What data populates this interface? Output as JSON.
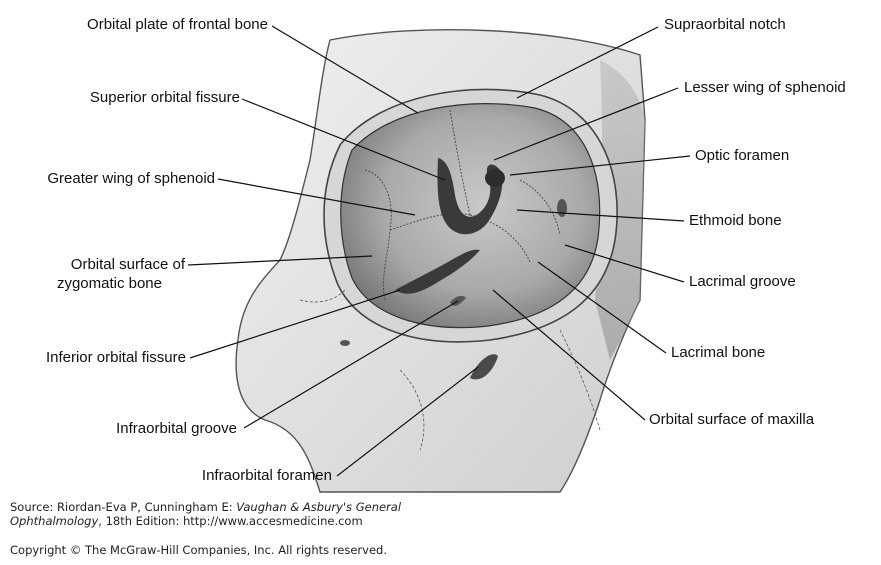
{
  "labels": {
    "orbital_plate": "Orbital plate of frontal bone",
    "superior_orbital_fissure": "Superior orbital fissure",
    "greater_wing": "Greater wing of sphenoid",
    "orbital_surface_zygomatic_1": "Orbital surface of",
    "orbital_surface_zygomatic_2": "zygomatic bone",
    "inferior_orbital_fissure": "Inferior orbital fissure",
    "infraorbital_groove": "Infraorbital groove",
    "infraorbital_foramen": "Infraorbital foramen",
    "supraorbital_notch": "Supraorbital notch",
    "lesser_wing": "Lesser wing of sphenoid",
    "optic_foramen": "Optic foramen",
    "ethmoid_bone": "Ethmoid bone",
    "lacrimal_groove": "Lacrimal groove",
    "lacrimal_bone": "Lacrimal bone",
    "orbital_surface_maxilla": "Orbital surface of maxilla"
  },
  "credit": {
    "source_prefix": "Source: Riordan-Eva P, Cunningham E: ",
    "source_title": "Vaughan & Asbury's General",
    "source_title_2": "Ophthalmology",
    "source_suffix": ", 18th Edition: http://www.accesmedicine.com",
    "copyright": "Copyright © The McGraw-Hill Companies, Inc. All rights reserved."
  },
  "colors": {
    "bone_light": "#e3e3e3",
    "bone_mid": "#bdbdbd",
    "orbit_dark": "#8f8f8f",
    "fissure": "#3a3a3a"
  }
}
